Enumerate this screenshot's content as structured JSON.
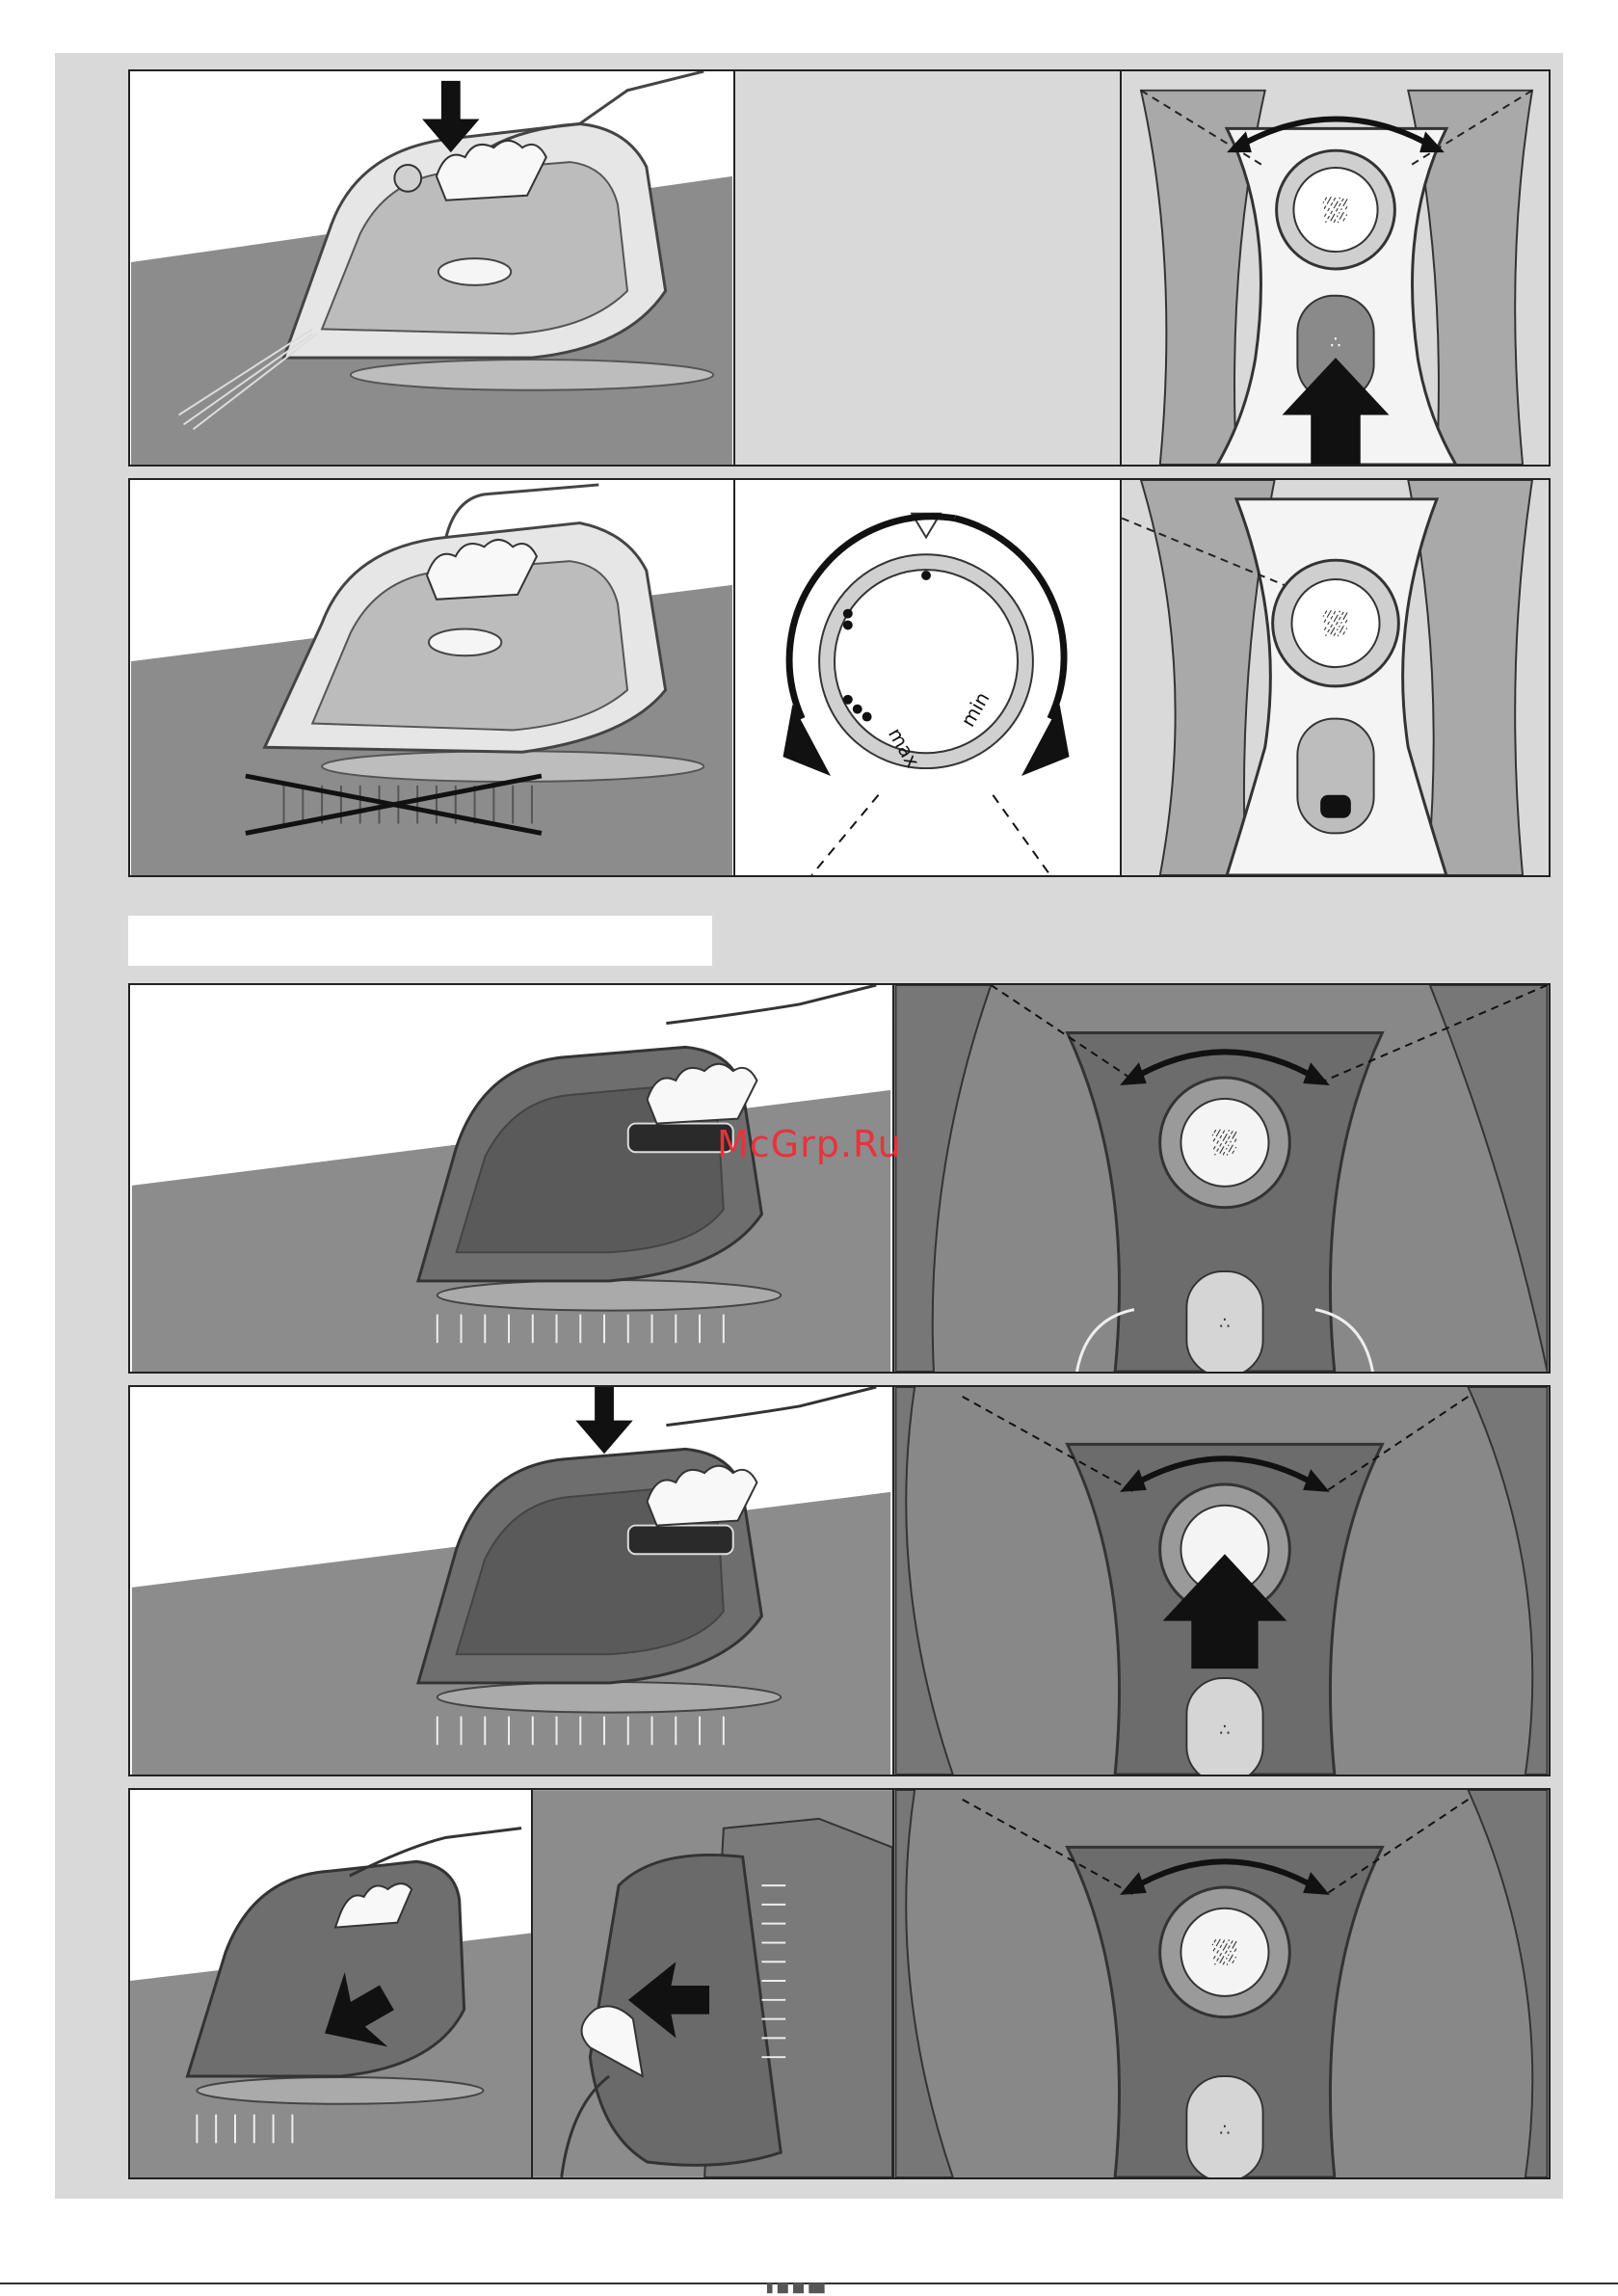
{
  "watermark": "McGrp.Ru",
  "dial": {
    "max_label": "max",
    "min_label": "min"
  },
  "footer_mark": "█ ██ ██ ███",
  "colors": {
    "sheet": "#d9d9d9",
    "panel_border": "#222222",
    "iron_dark": "#6e6e6e",
    "iron_light": "#f2f2f2",
    "watermark": "#e8323c"
  },
  "icons": [
    "push-down-arrow",
    "steam-burst-icon",
    "spray-icon",
    "rotate-arrow",
    "rotate-dial-arrows",
    "no-steam-cross"
  ]
}
